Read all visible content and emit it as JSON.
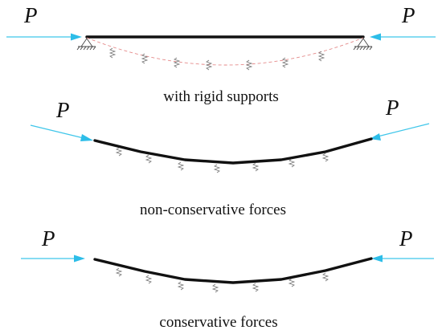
{
  "load_symbol": "P",
  "panels": [
    {
      "id": "rigid",
      "caption": "with rigid supports"
    },
    {
      "id": "nonconservative",
      "caption": "non-conservative forces"
    },
    {
      "id": "conservative",
      "caption": "conservative forces"
    }
  ],
  "colors": {
    "beam": "#111111",
    "force_arrow": "#2dbde8",
    "deflected_shape": "#e58a8a",
    "spring": "#777777"
  }
}
